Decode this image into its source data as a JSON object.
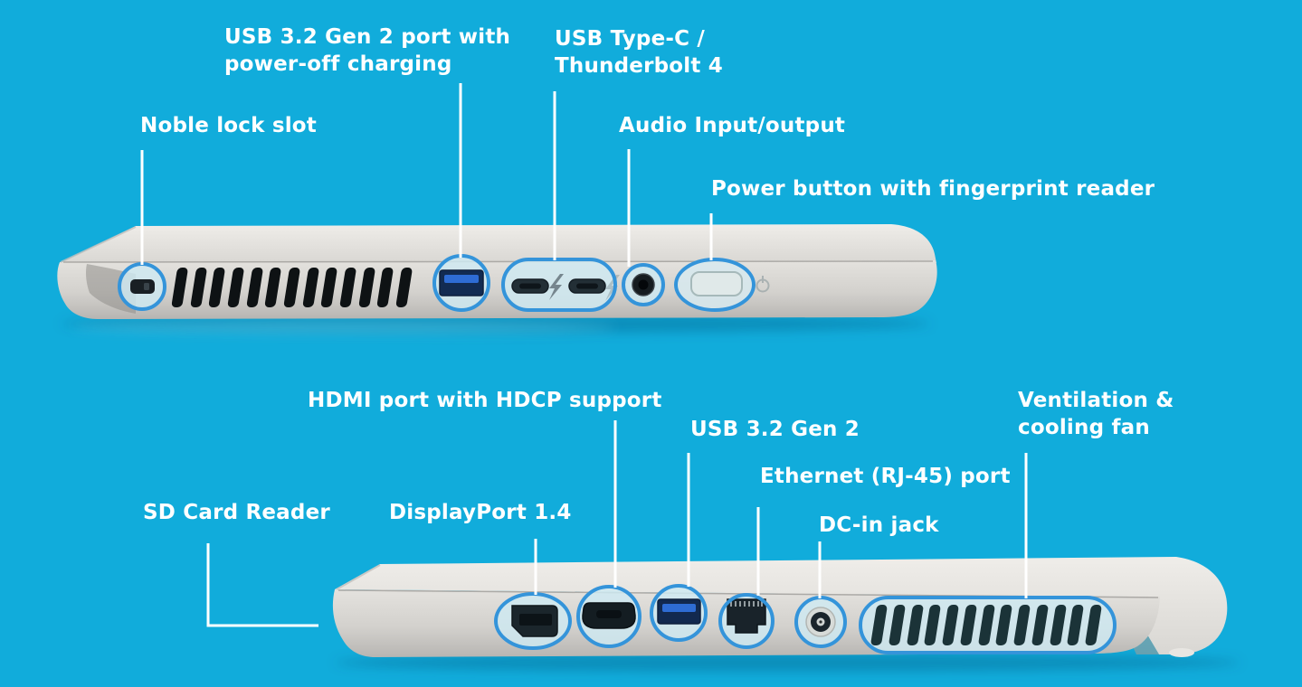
{
  "scene": {
    "title": "Laptop side views with labeled ports",
    "views": {
      "left_side": {
        "name": "left-side-view",
        "ports": [
          "noble-lock-slot",
          "cooling-vents",
          "usb-a-port",
          "dual-thunderbolt-usb-c-ports",
          "audio-jack",
          "power-button-fingerprint"
        ]
      },
      "right_side": {
        "name": "right-side-view",
        "ports": [
          "sd-card-reader-front",
          "displayport",
          "hdmi-port",
          "usb-a-port",
          "ethernet-rj45-port",
          "dc-in-jack",
          "ventilation-grille"
        ]
      }
    }
  },
  "colors": {
    "background": "#11acdb",
    "label_text": "#ffffff",
    "callout_line": "#ffffff",
    "callout_ring": "#3494da",
    "callout_fill": "rgba(206,233,242,0.82)",
    "chassis_light": "#e9e7e3",
    "chassis_dark": "#c2c0bd",
    "vent_slat_top": "#0e1214",
    "vent_slat_bottom": "#1b3338",
    "usb_tongue": "#2e6cd4"
  },
  "labels": {
    "usb32_gen2_charging": "USB 3.2 Gen 2 port with\npower-off charging",
    "usb_typec_thunderbolt": "USB Type-C /\nThunderbolt 4",
    "noble_lock": "Noble lock slot",
    "audio_io": "Audio Input/output",
    "power_button": "Power button with fingerprint reader",
    "hdmi": "HDMI port with HDCP support",
    "usb32_gen2": "USB 3.2 Gen 2",
    "ethernet": "Ethernet (RJ-45) port",
    "dc_in": "DC-in jack",
    "ventilation": "Ventilation &\ncooling fan",
    "sd_card": "SD Card Reader",
    "displayport": "DisplayPort 1.4"
  }
}
